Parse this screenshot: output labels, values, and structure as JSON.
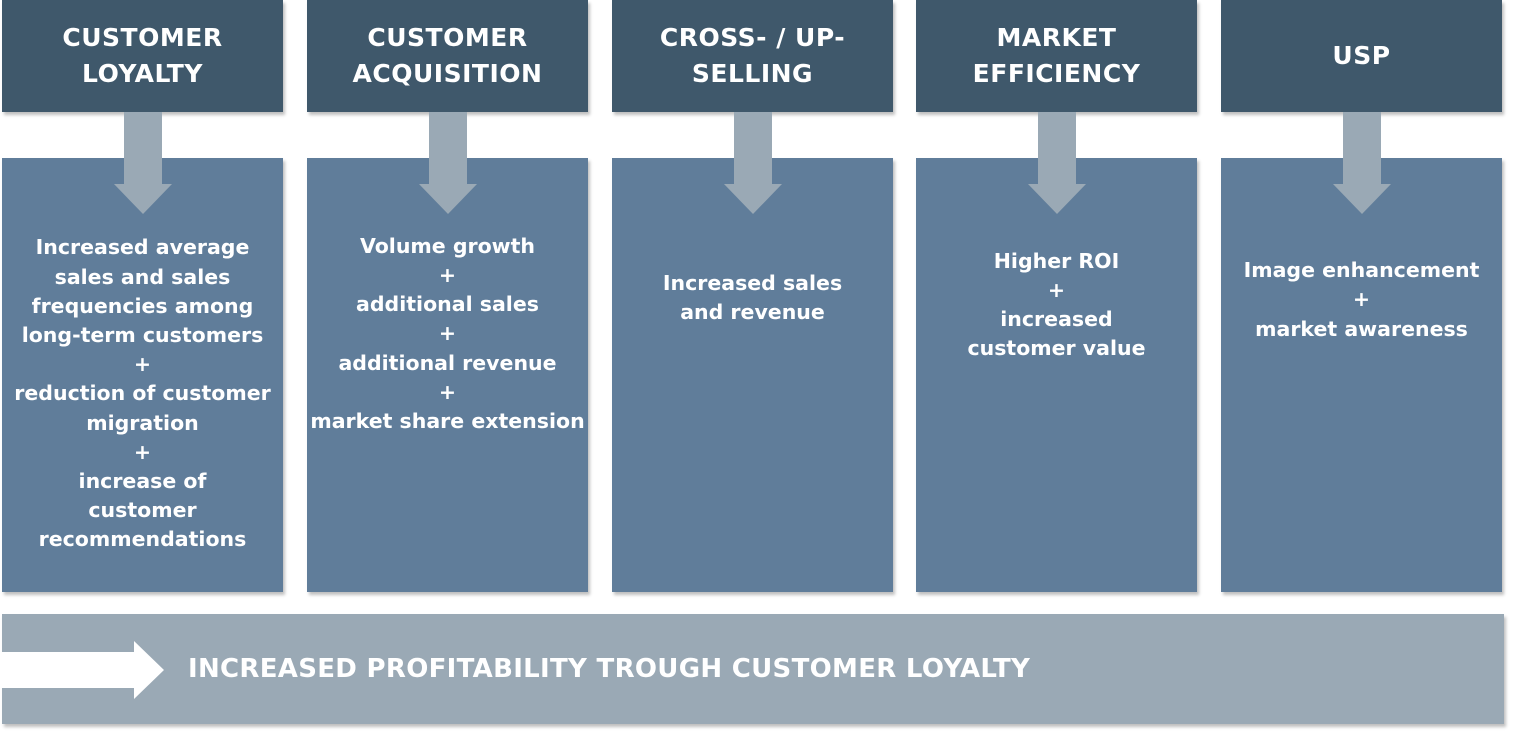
{
  "columns": [
    {
      "title": "CUSTOMER\nLOYALTY",
      "lines": [
        "Increased average",
        "sales and sales",
        "frequencies among",
        "long-term customers",
        "+",
        "reduction of customer",
        "migration",
        "+",
        "increase of",
        "customer",
        "recommendations"
      ]
    },
    {
      "title": "CUSTOMER\nACQUISITION",
      "lines": [
        "Volume growth",
        "+",
        "additional sales",
        "+",
        "additional revenue",
        "+",
        "market share extension"
      ]
    },
    {
      "title": "CROSS- / UP-\nSELLING",
      "lines": [
        "Increased sales",
        "and revenue"
      ]
    },
    {
      "title": "MARKET\nEFFICIENCY",
      "lines": [
        "Higher ROI",
        "+",
        "increased",
        "customer value"
      ]
    },
    {
      "title": "USP",
      "lines": [
        "Image enhancement",
        "+",
        "market awareness"
      ]
    }
  ],
  "banner": {
    "text": "INCREASED PROFITABILITY TROUGH CUSTOMER LOYALTY"
  },
  "colors": {
    "header": "#3f586b",
    "body": "#607d9a",
    "arrow": "#9aa9b5",
    "banner": "#9aa9b5",
    "text": "#ffffff"
  }
}
